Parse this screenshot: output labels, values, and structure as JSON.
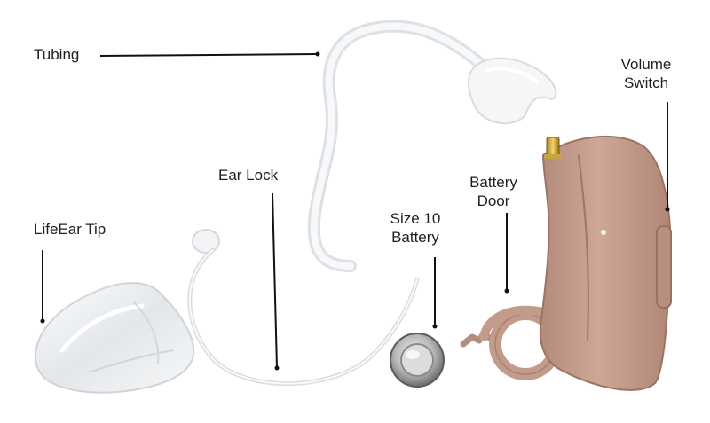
{
  "labels": {
    "tubing": "Tubing",
    "volume_switch": [
      "Volume",
      "Switch"
    ],
    "ear_lock": "Ear Lock",
    "battery_door": [
      "Battery",
      "Door"
    ],
    "size10_battery": [
      "Size 10",
      "Battery"
    ],
    "lifeear_tip": "LifeEar Tip"
  },
  "colors": {
    "background": "#ffffff",
    "leader_line": "#111111",
    "label_text": "#1f1f1f",
    "device_body": "#c69e8f",
    "clear_plastic": "#eef0f2"
  }
}
